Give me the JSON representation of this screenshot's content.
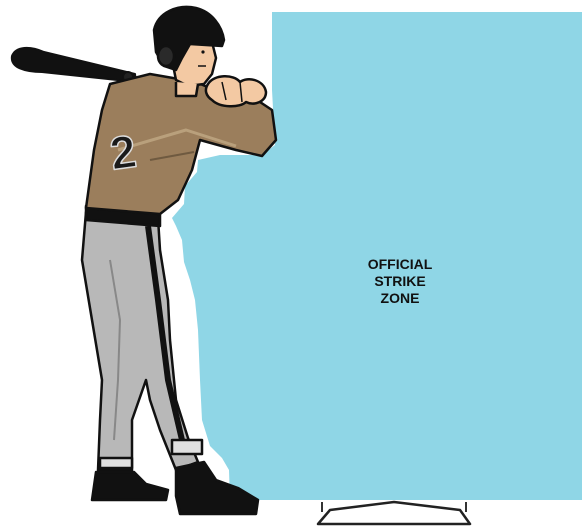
{
  "strike_zone": {
    "label_lines": [
      "OFFICIAL",
      "STRIKE",
      "ZONE"
    ],
    "color": "#8fd6e6"
  },
  "batter": {
    "jersey_number": "2",
    "jersey_color": "#9b7e5c",
    "pants_color": "#b8b8b8",
    "helmet_color": "#111111"
  },
  "home_plate": {
    "icon": "home-plate-icon"
  }
}
